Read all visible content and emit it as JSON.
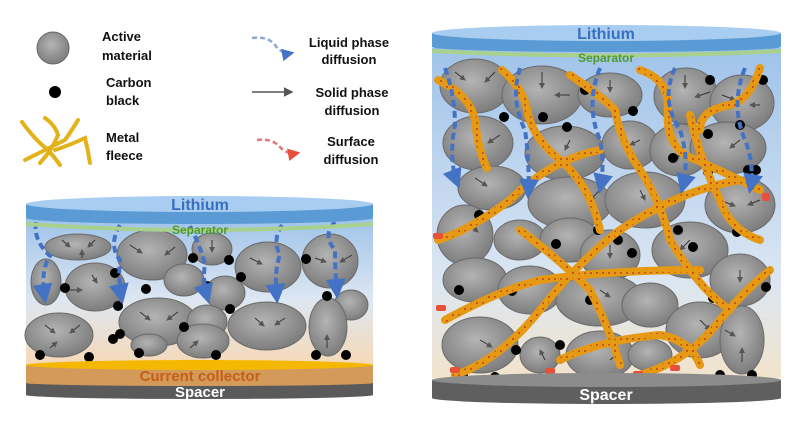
{
  "legend": {
    "items": [
      {
        "icon": "gray-ellipse",
        "label_line1": "Active",
        "label_line2": "material"
      },
      {
        "icon": "black-dot",
        "label_line1": "Carbon",
        "label_line2": "black"
      },
      {
        "icon": "yellow-fibers",
        "label_line1": "Metal",
        "label_line2": "fleece"
      },
      {
        "icon": "blue-dashed-arrow",
        "label_line1": "Liquid phase",
        "label_line2": "diffusion"
      },
      {
        "icon": "gray-solid-arrow",
        "label_line1": "Solid phase",
        "label_line2": "diffusion"
      },
      {
        "icon": "red-dashed-arrow",
        "label_line1": "Surface",
        "label_line2": "diffusion"
      }
    ]
  },
  "left_cell": {
    "top_label": "Lithium",
    "separator_label": "Separator",
    "collector_label": "Current collector",
    "bottom_label": "Spacer"
  },
  "right_cell": {
    "top_label": "Lithium",
    "separator_label": "Separator",
    "bottom_label": "Spacer"
  },
  "colors": {
    "lithium": "#5b9bd5",
    "separator": "#a9d18e",
    "collector": "#f5b800",
    "spacer": "#5a5a5a",
    "particle": "#9a9a9a",
    "fleece": "#f0a81c",
    "liquid": "#4472c4",
    "surface": "#e8503a"
  }
}
